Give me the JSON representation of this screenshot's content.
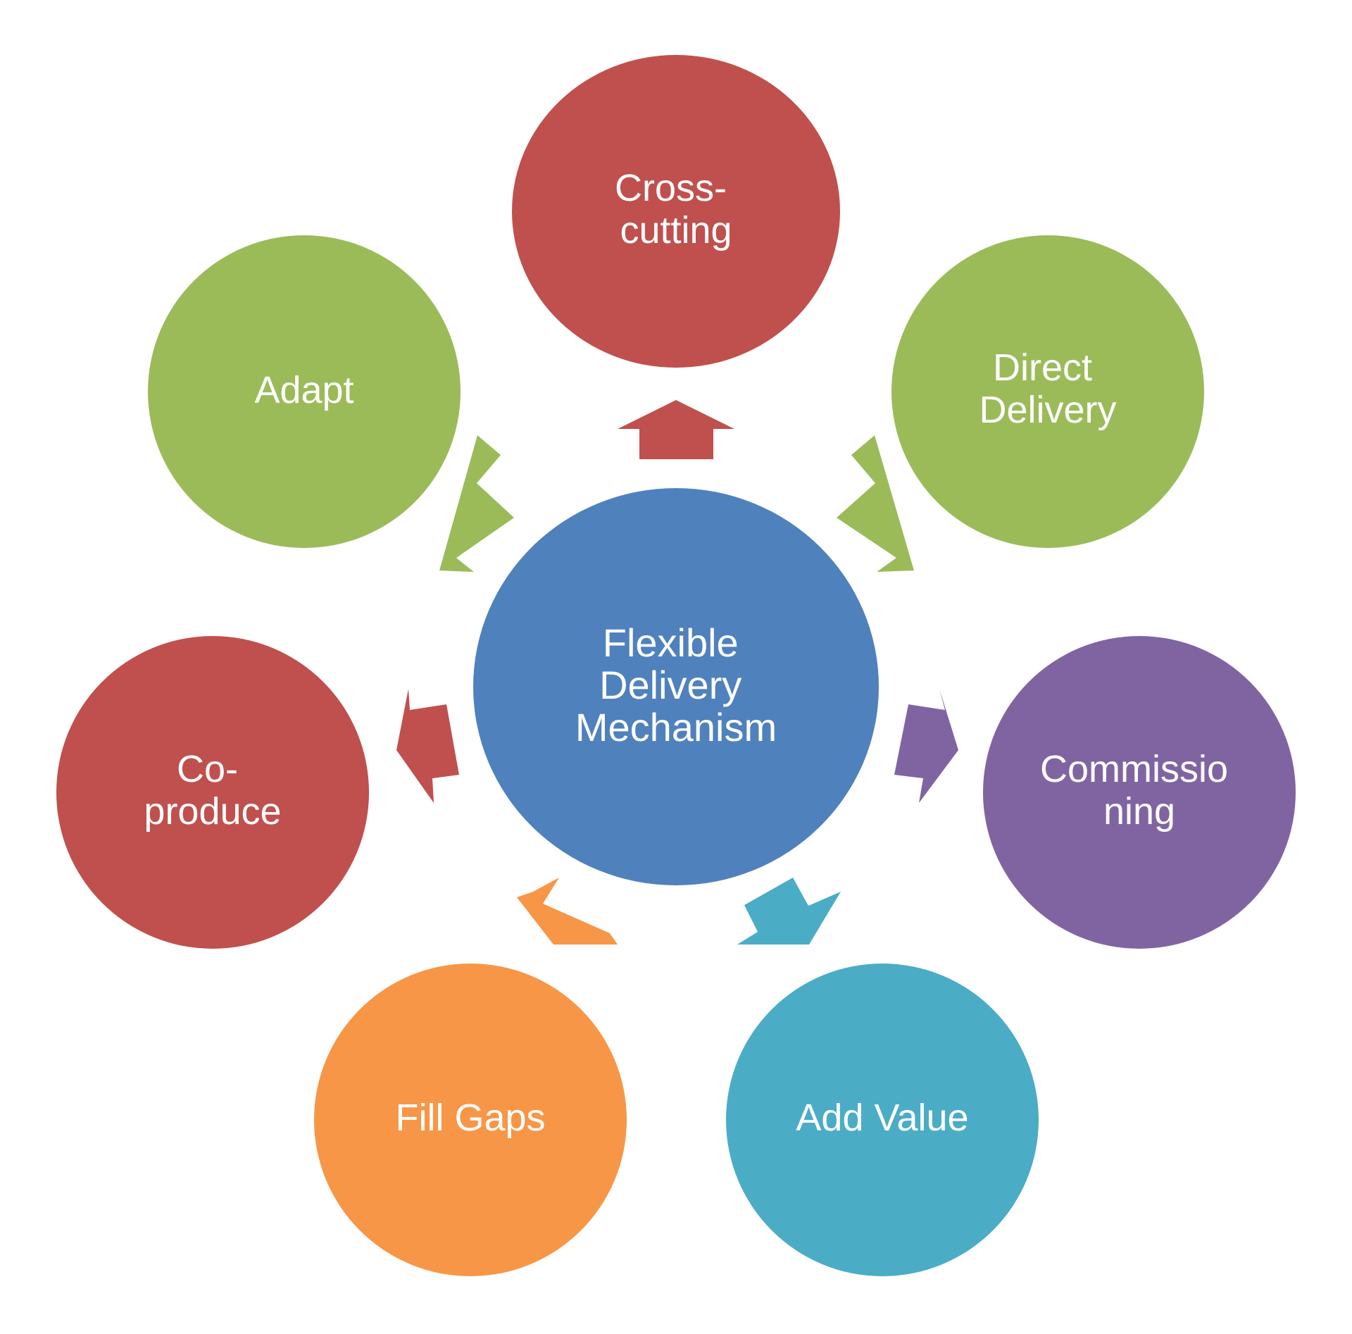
{
  "diagram": {
    "center": {
      "lines": [
        "Flexible",
        "Delivery",
        "Mechanism"
      ],
      "color": "#4F81BD"
    },
    "nodes": [
      {
        "id": "cross-cutting",
        "lines": [
          "Cross-",
          "cutting"
        ],
        "color": "#C0504D"
      },
      {
        "id": "direct-delivery",
        "lines": [
          "Direct",
          "Delivery"
        ],
        "color": "#9BBB59"
      },
      {
        "id": "commissioning",
        "lines": [
          "Commissio",
          "ning"
        ],
        "color": "#8064A2"
      },
      {
        "id": "add-value",
        "lines": [
          "Add Value"
        ],
        "color": "#4BACC6"
      },
      {
        "id": "fill-gaps",
        "lines": [
          "Fill Gaps"
        ],
        "color": "#F79646"
      },
      {
        "id": "co-produce",
        "lines": [
          "Co-",
          "produce"
        ],
        "color": "#C0504D"
      },
      {
        "id": "adapt",
        "lines": [
          "Adapt"
        ],
        "color": "#9BBB59"
      }
    ]
  }
}
